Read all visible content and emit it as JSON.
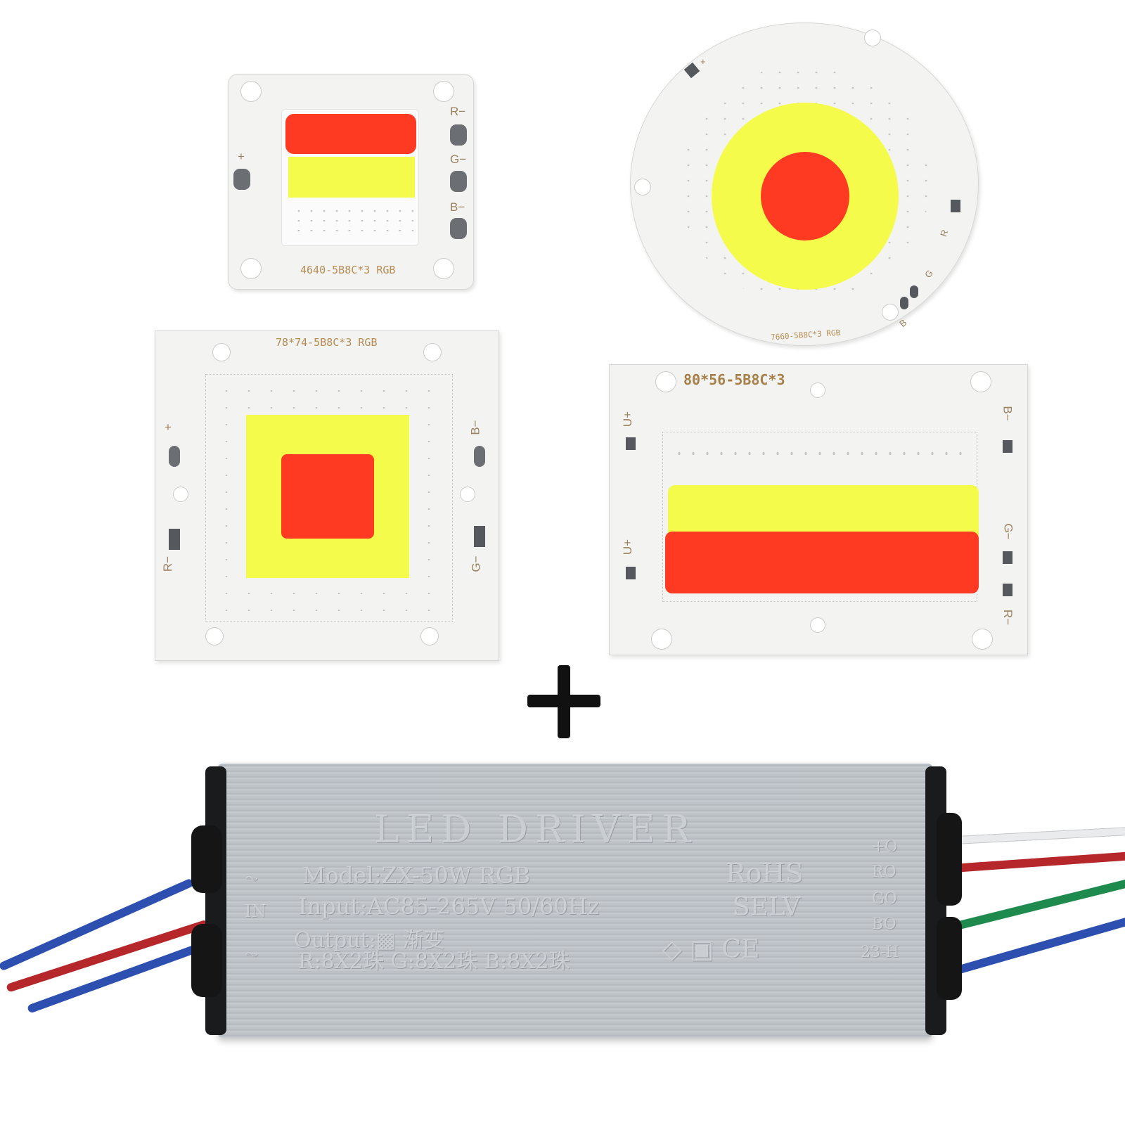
{
  "chips": {
    "chip_4640": {
      "model": "4640-5B8C*3 RGB",
      "pin_r": "R−",
      "pin_g": "G−",
      "pin_b": "B−",
      "pin_plus": "+"
    },
    "chip_7660": {
      "model": "7660-5B8C*3 RGB",
      "pin_plus": "+",
      "pin_r": "R",
      "pin_g": "G",
      "pin_b": "B"
    },
    "chip_7874": {
      "model": "78*74-5B8C*3 RGB",
      "pin_plus": "+",
      "pin_r": "R−",
      "pin_b": "B−",
      "pin_g": "G−"
    },
    "chip_8056": {
      "model": "80*56-5B8C*3",
      "pin_u1": "U+",
      "pin_u2": "U+",
      "pin_b": "B−",
      "pin_g": "G−",
      "pin_r": "R−"
    }
  },
  "plus_sign": "+",
  "driver": {
    "title": "LED DRIVER",
    "model": "Model:ZX-50W RGB",
    "input": "Input:AC85-265V 50/60Hz",
    "output": "Output:▩ 渐变",
    "channels": "R:8X2珠 G:8X2珠 B:8X2珠",
    "in_label": "IN",
    "ac_symbol_1": "⏦",
    "ac_symbol_2": "⏦",
    "rohs": "RoHS",
    "selv": "SELV",
    "marks": "◇ ▣ CE",
    "date_code": "23-H",
    "out_plus": "+O",
    "out_r": "RO",
    "out_g": "GO",
    "out_b": "BO"
  },
  "colors": {
    "red_led": "#ff3a22",
    "yellow_led": "#f4fb4a",
    "aluminum": "#b8bdc3",
    "wire_blue": "#2c4fb0",
    "wire_red": "#b5272a",
    "wire_green": "#1f8a4e"
  }
}
